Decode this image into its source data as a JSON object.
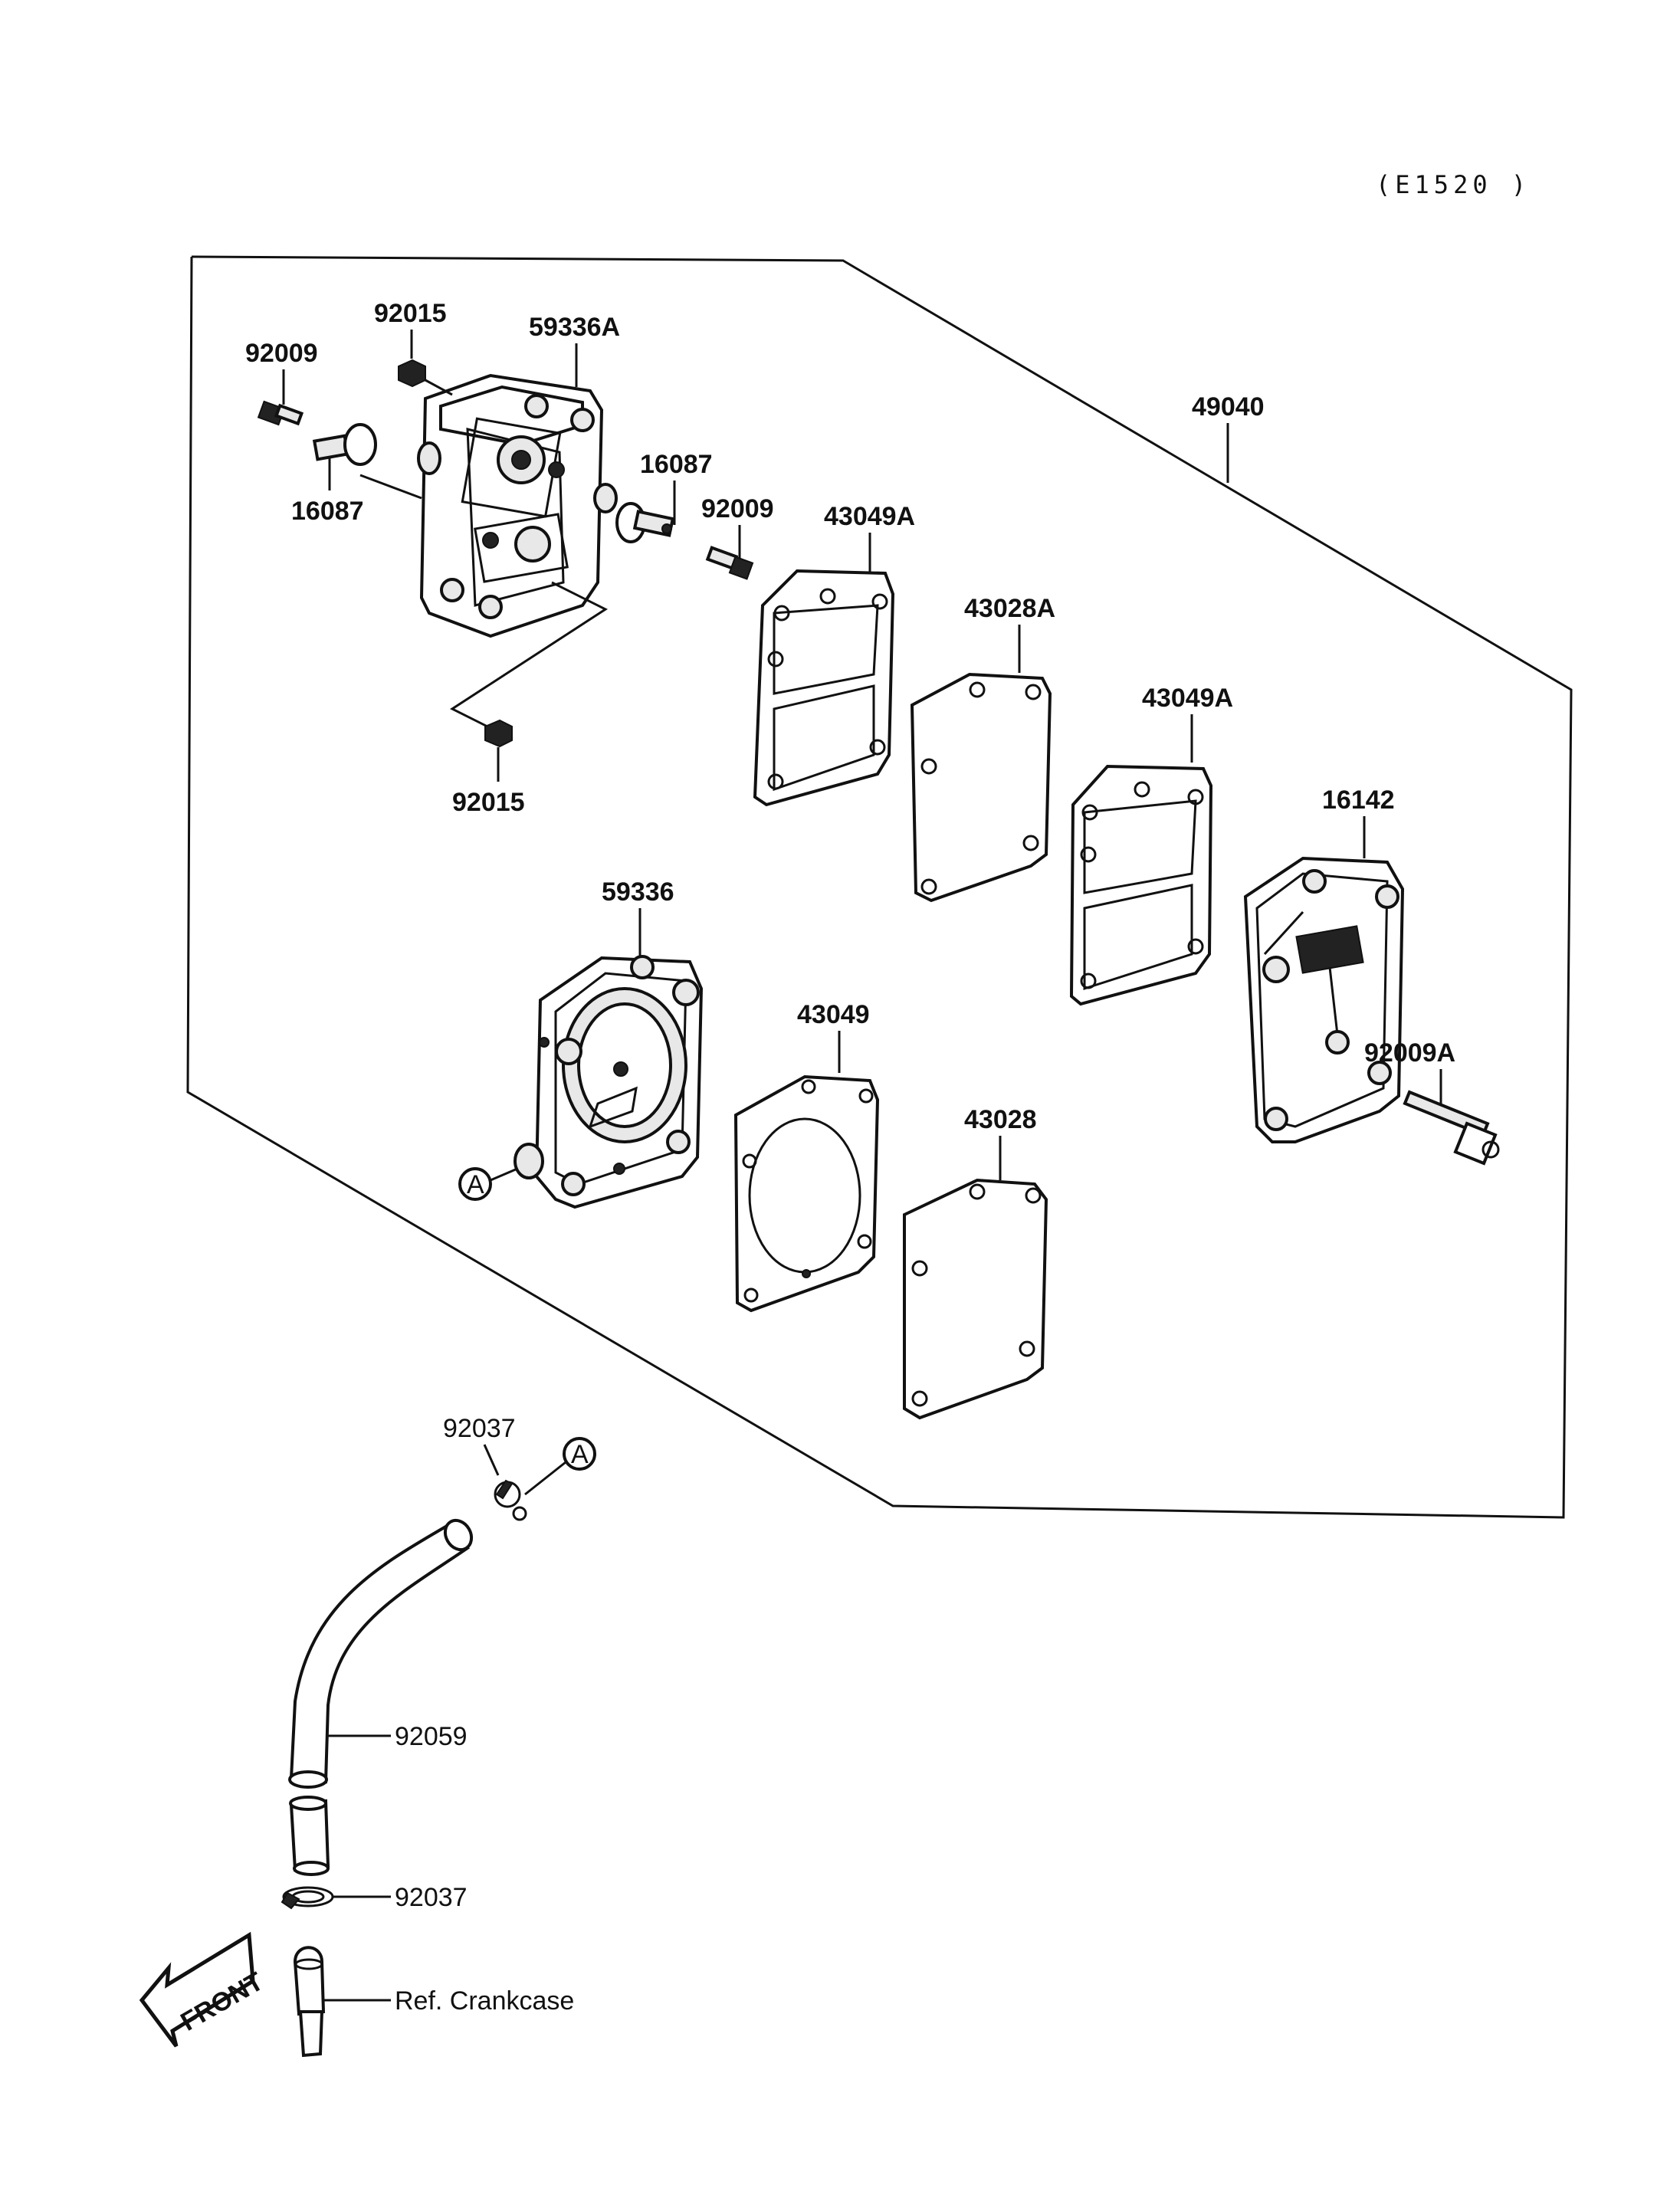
{
  "diagram_code": "(E1520 )",
  "labels": {
    "p92015_top": "92015",
    "p59336A": "59336A",
    "p92009_left": "92009",
    "p16087_left": "16087",
    "p16087_right": "16087",
    "p92009_right": "92009",
    "p92015_bottom": "92015",
    "p49040": "49040",
    "p43049A_1": "43049A",
    "p43028A": "43028A",
    "p43049A_2": "43049A",
    "p16142": "16142",
    "p92009A": "92009A",
    "p59336": "59336",
    "p43049": "43049",
    "p43028": "43028",
    "p92037_top": "92037",
    "p92059": "92059",
    "p92037_bottom": "92037",
    "ref_crankcase": "Ref. Crankcase",
    "callout_a1": "A",
    "callout_a2": "A",
    "front_arrow": "FRONT"
  }
}
